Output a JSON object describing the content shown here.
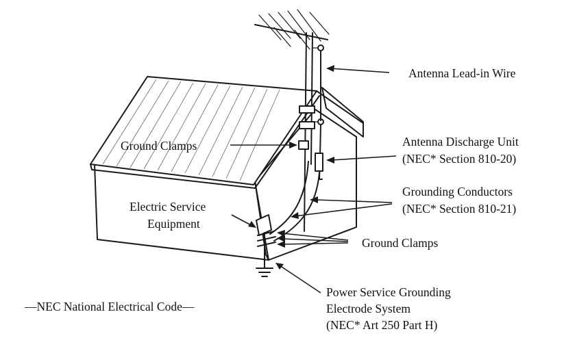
{
  "labels": {
    "antenna_lead_in_wire": "Antenna Lead-in Wire",
    "ground_clamps_upper": "Ground Clamps",
    "antenna_discharge_unit_line1": "Antenna Discharge Unit",
    "antenna_discharge_unit_line2": "(NEC* Section 810-20)",
    "grounding_conductors_line1": "Grounding Conductors",
    "grounding_conductors_line2": "(NEC* Section 810-21)",
    "electric_service_line1": "Electric Service",
    "electric_service_line2": "Equipment",
    "ground_clamps_lower": "Ground Clamps",
    "power_service_line1": "Power Service Grounding",
    "power_service_line2": "Electrode System",
    "power_service_line3": "(NEC* Art 250 Part H)",
    "nec_footnote": "—NEC National Electrical Code—"
  },
  "colors": {
    "ink": "#1a1a1a",
    "background": "#ffffff"
  }
}
